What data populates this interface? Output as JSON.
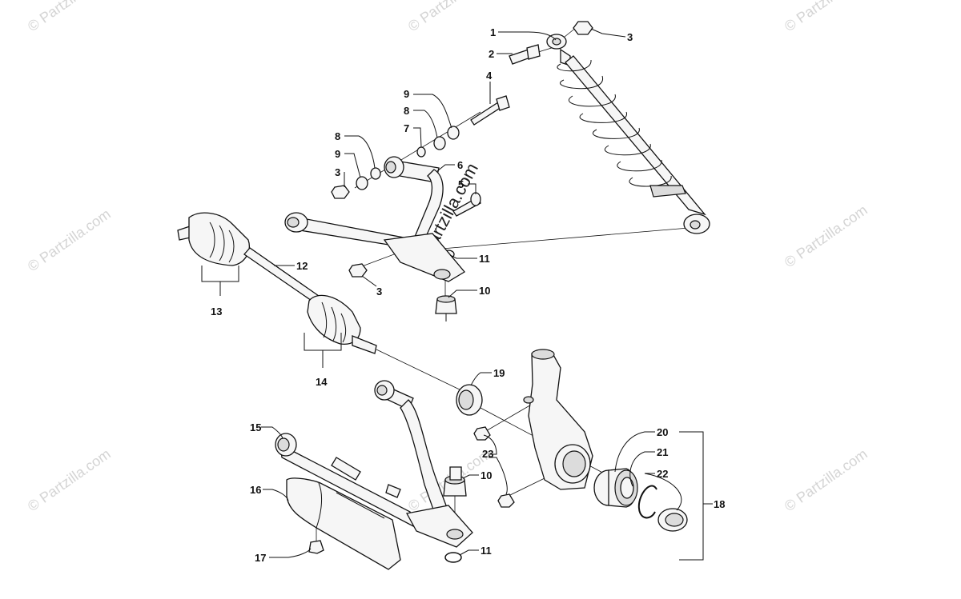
{
  "watermark": {
    "text": "© Partzilla.com",
    "center_text": "© Partzilla.com"
  },
  "callouts": [
    {
      "id": "c1",
      "label": "1"
    },
    {
      "id": "c2",
      "label": "2"
    },
    {
      "id": "c3a",
      "label": "3"
    },
    {
      "id": "c4",
      "label": "4"
    },
    {
      "id": "c9a",
      "label": "9"
    },
    {
      "id": "c8a",
      "label": "8"
    },
    {
      "id": "c7",
      "label": "7"
    },
    {
      "id": "c8b",
      "label": "8"
    },
    {
      "id": "c9b",
      "label": "9"
    },
    {
      "id": "c3b",
      "label": "3"
    },
    {
      "id": "c6",
      "label": "6"
    },
    {
      "id": "c5",
      "label": "5"
    },
    {
      "id": "c11a",
      "label": "11"
    },
    {
      "id": "c3c",
      "label": "3"
    },
    {
      "id": "c10a",
      "label": "10"
    },
    {
      "id": "c12",
      "label": "12"
    },
    {
      "id": "c13",
      "label": "13"
    },
    {
      "id": "c14",
      "label": "14"
    },
    {
      "id": "c19",
      "label": "19"
    },
    {
      "id": "c15",
      "label": "15"
    },
    {
      "id": "c20",
      "label": "20"
    },
    {
      "id": "c21",
      "label": "21"
    },
    {
      "id": "c22",
      "label": "22"
    },
    {
      "id": "c23",
      "label": "23"
    },
    {
      "id": "c10b",
      "label": "10"
    },
    {
      "id": "c16",
      "label": "16"
    },
    {
      "id": "c18",
      "label": "18"
    },
    {
      "id": "c17",
      "label": "17"
    },
    {
      "id": "c11b",
      "label": "11"
    }
  ]
}
